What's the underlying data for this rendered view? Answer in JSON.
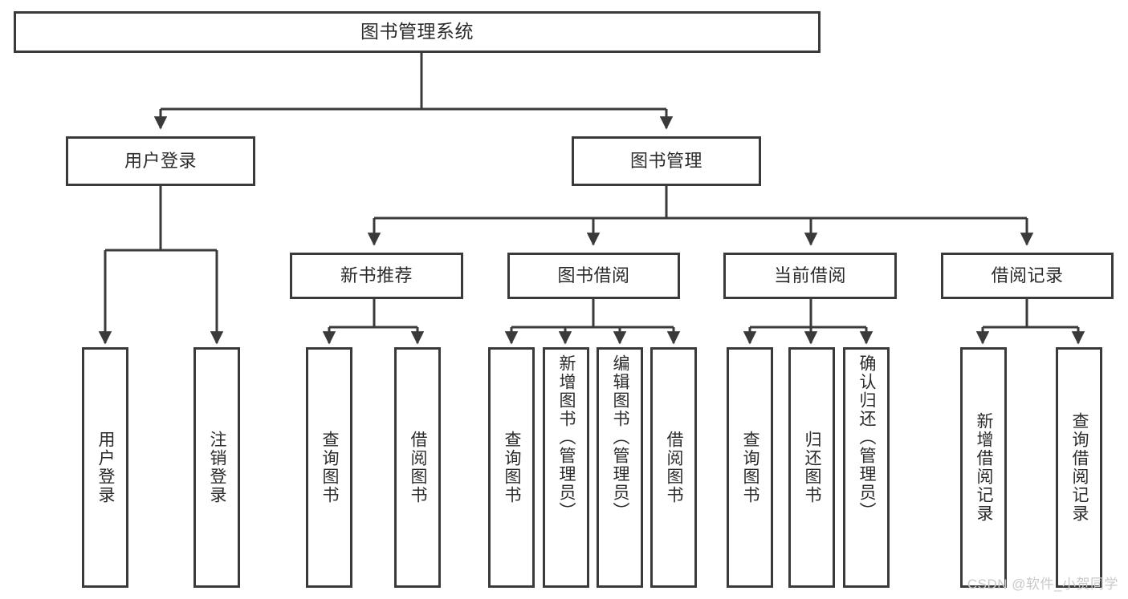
{
  "diagram": {
    "type": "tree",
    "title": "图书管理系统",
    "orientation": "top-down",
    "line_color": "#3a3a3a",
    "box_fill": "#ffffff",
    "text_color": "#2b2b2b"
  },
  "root": {
    "label": "图书管理系统"
  },
  "level2": [
    {
      "label": "用户登录"
    },
    {
      "label": "图书管理"
    }
  ],
  "level3": [
    {
      "label": "新书推荐"
    },
    {
      "label": "图书借阅"
    },
    {
      "label": "当前借阅"
    },
    {
      "label": "借阅记录"
    }
  ],
  "leaves": {
    "user_login": [
      {
        "label": "用户登录"
      },
      {
        "label": "注销登录"
      }
    ],
    "new_book": [
      {
        "label": "查询图书"
      },
      {
        "label": "借阅图书"
      }
    ],
    "book_borrow": [
      {
        "label": "查询图书"
      },
      {
        "label": "新增图书（管理员）"
      },
      {
        "label": "编辑图书（管理员）"
      },
      {
        "label": "借阅图书"
      }
    ],
    "current_borrow": [
      {
        "label": "查询图书"
      },
      {
        "label": "归还图书"
      },
      {
        "label": "确认归还（管理员）"
      }
    ],
    "borrow_record": [
      {
        "label": "新增借阅记录"
      },
      {
        "label": "查询借阅记录"
      }
    ]
  },
  "watermark": {
    "text": "CSDN @软件_小贺同学"
  }
}
